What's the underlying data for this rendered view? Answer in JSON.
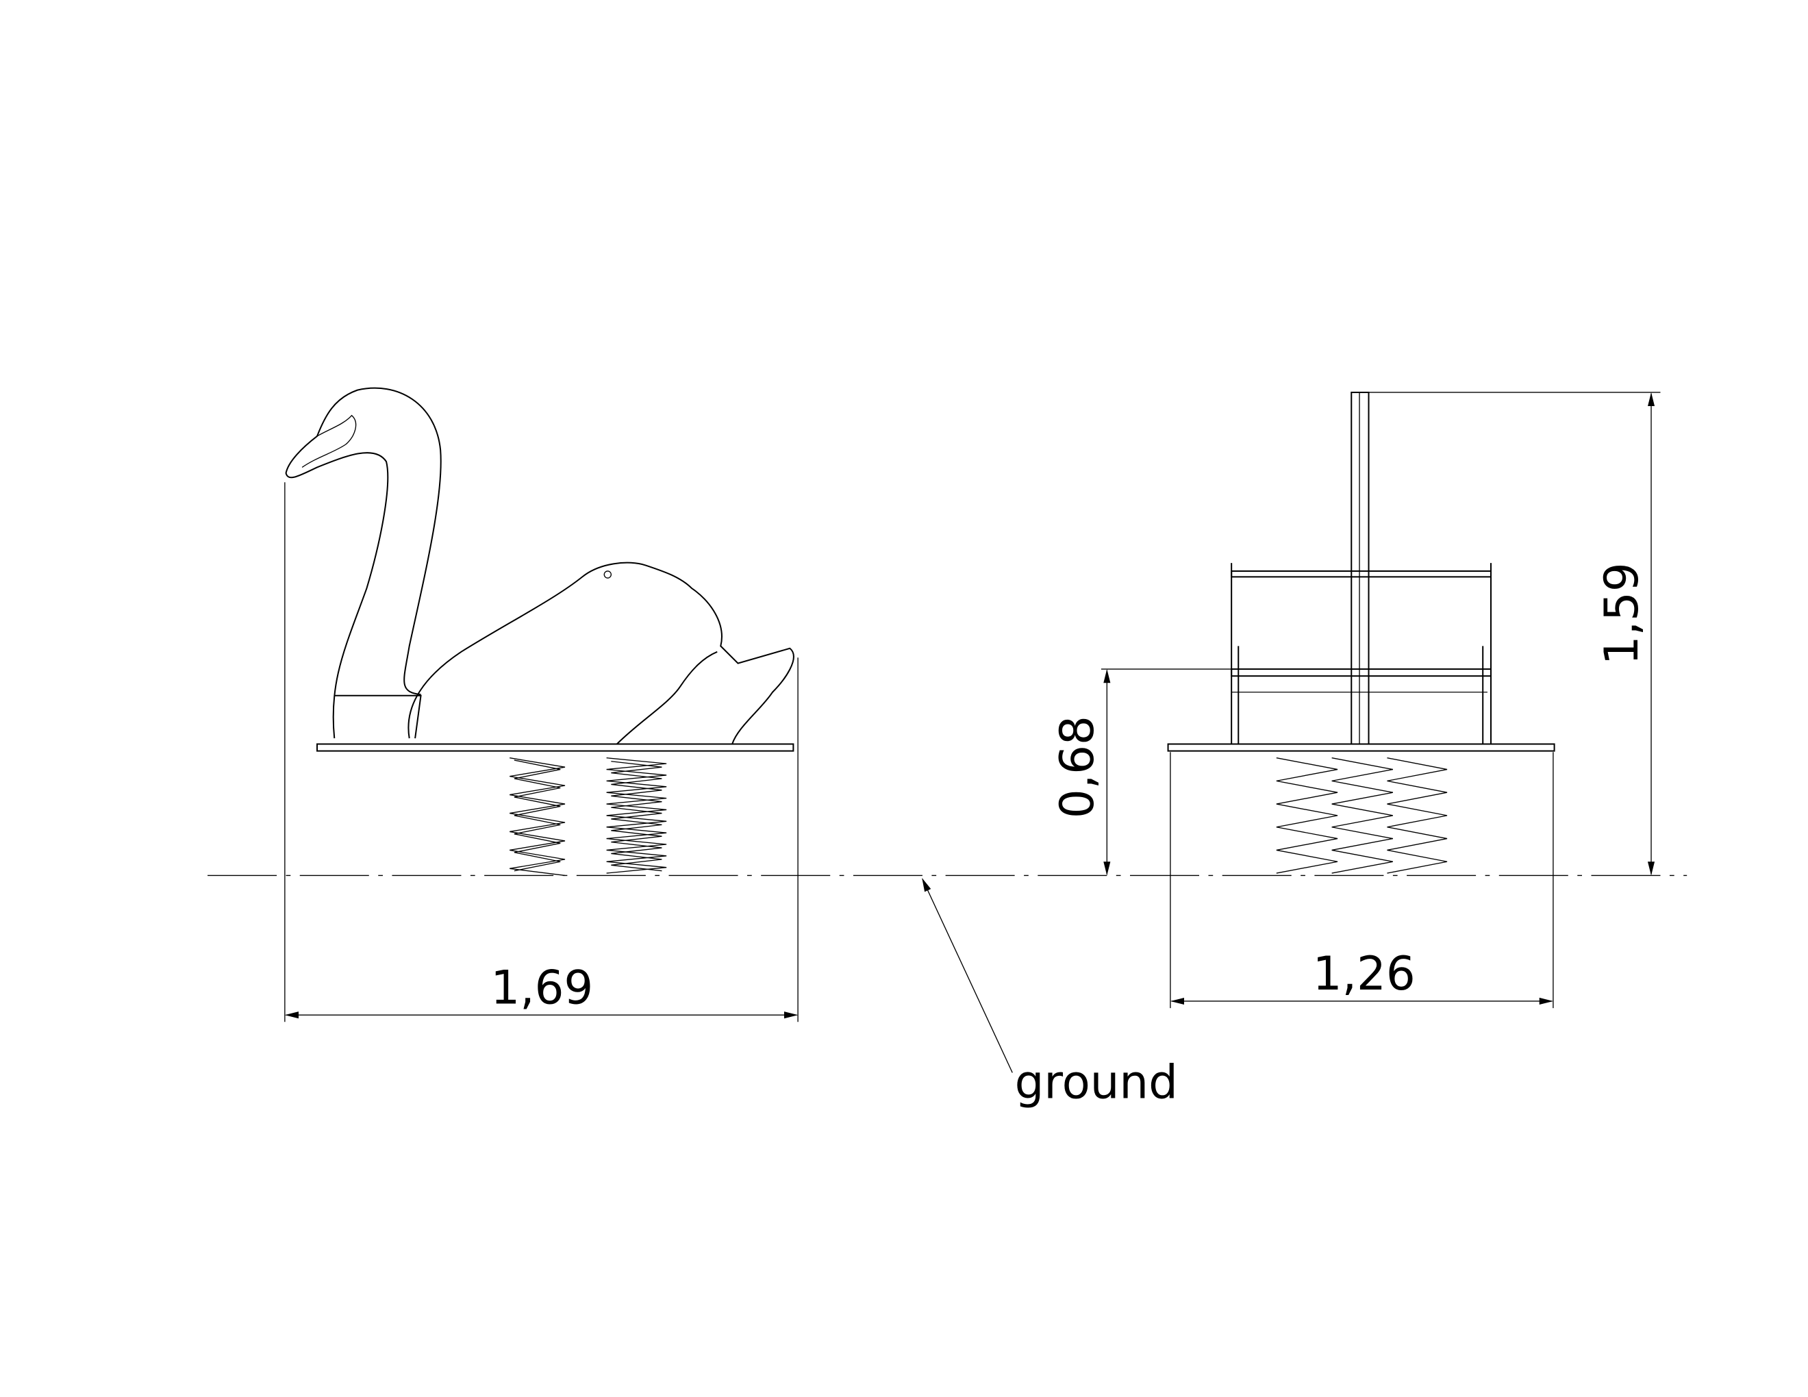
{
  "dimensions": {
    "swan_length": "1,69",
    "side_width": "1,26",
    "seat_height": "0,68",
    "total_height": "1,59"
  },
  "labels": {
    "ground": "ground"
  },
  "colors": {
    "line": "#000000",
    "background": "#ffffff"
  }
}
